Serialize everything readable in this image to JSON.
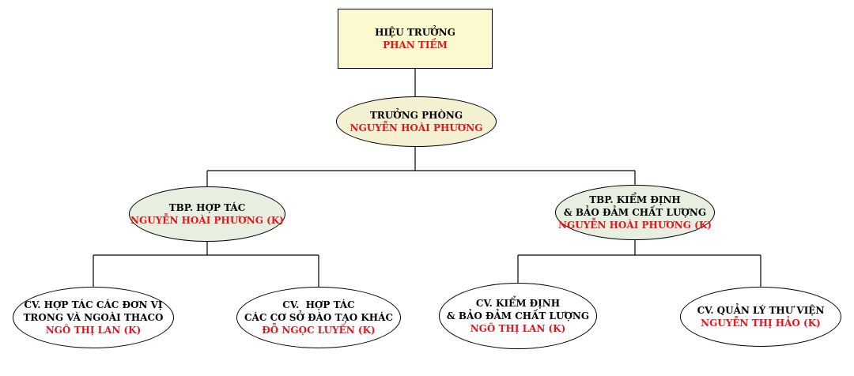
{
  "colors": {
    "root_fill": "#fbf9cd",
    "level1_fill": "#f4f1d2",
    "level2_fill": "#e6efe0",
    "leaf_fill": "#ffffff",
    "name_text": "#e3161e",
    "line": "#000000"
  },
  "nodes": {
    "principal": {
      "title": "HIỆU TRƯỞNG",
      "name": "PHAN TIỀM"
    },
    "head": {
      "title": "TRƯỞNG PHÒNG",
      "name": "NGUYỄN HOÀI PHƯƠNG"
    },
    "coop": {
      "title": "TBP. HỢP TÁC",
      "name": "NGUYỄN HOÀI PHƯƠNG (K)"
    },
    "qa": {
      "title_line1": "TBP. KIỂM ĐỊNH",
      "title_line2": "& BẢO ĐẢM CHẤT LƯỢNG",
      "name": "NGUYỄN HOÀI PHƯƠNG (K)"
    },
    "cv_coop_units": {
      "title_line1": "CV. HỢP TÁC CÁC ĐƠN VỊ",
      "title_line2": "TRONG VÀ NGOÀI THACO",
      "name": "NGÔ THỊ LAN (K)"
    },
    "cv_coop_schools": {
      "title_line1": "CV.  HỢP TÁC",
      "title_line2": "CÁC CƠ SỞ ĐÀO TẠO KHÁC",
      "name": "ĐỖ NGỌC LUYẾN (K)"
    },
    "cv_qa": {
      "title_line1": "CV. KIỂM ĐỊNH",
      "title_line2": "& BẢO ĐẢM CHẤT LƯỢNG",
      "name": "NGÔ THỊ LAN (K)"
    },
    "cv_library": {
      "title": "CV. QUẢN LÝ THƯ VIỆN",
      "name": "NGUYỄN THỊ HẢO (K)"
    }
  }
}
